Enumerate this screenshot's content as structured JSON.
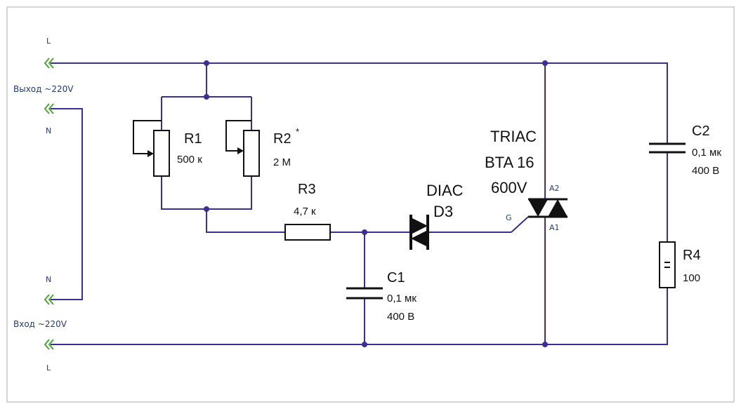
{
  "colors": {
    "wire": "#3a2f96",
    "component": "#111111",
    "terminal": "#4aa832",
    "pin_text": "#233a7a",
    "frame": "#c8c8c8"
  },
  "terminals": {
    "top_L": "L",
    "output_label": "Выход ~220V",
    "top_N": "N",
    "bottom_N": "N",
    "input_label": "Вход ~220V",
    "bottom_L": "L"
  },
  "components": {
    "R1": {
      "ref": "R1",
      "value": "500 к"
    },
    "R2": {
      "ref": "R2",
      "mark": "*",
      "value": "2 М"
    },
    "R3": {
      "ref": "R3",
      "value": "4,7 к"
    },
    "C1": {
      "ref": "C1",
      "value": "0,1 мк",
      "voltage": "400 В"
    },
    "C2": {
      "ref": "C2",
      "value": "0,1 мк",
      "voltage": "400 В"
    },
    "R4": {
      "ref": "R4",
      "value": "100"
    },
    "D3": {
      "type": "DIAC",
      "ref": "D3"
    },
    "triac": {
      "type": "TRIAC",
      "part": "BTA 16",
      "voltage": "600V",
      "pin_a2": "A2",
      "pin_a1": "A1",
      "pin_g": "G"
    }
  }
}
